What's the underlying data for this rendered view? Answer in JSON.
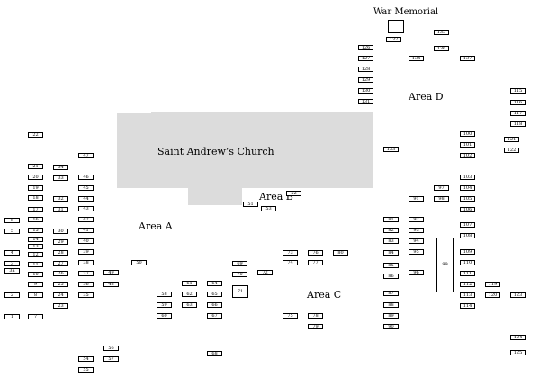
{
  "church": {
    "name": "Saint Andrew’s Church"
  },
  "memorial": {
    "name": "War Memorial"
  },
  "areas": {
    "a": "Area A",
    "b": "Area B",
    "c": "Area C",
    "d": "Area D"
  },
  "plots": [
    "1",
    "2",
    "3",
    "3a",
    "4",
    "5",
    "6",
    "7",
    "8",
    "9",
    "10",
    "11",
    "12",
    "13",
    "14",
    "15",
    "16",
    "17",
    "18",
    "19",
    "20",
    "21",
    "22",
    "23",
    "24",
    "25",
    "26",
    "27",
    "28",
    "29",
    "30",
    "31",
    "32",
    "33",
    "34",
    "35",
    "36",
    "37",
    "38",
    "39",
    "40",
    "41",
    "42",
    "43",
    "44",
    "45",
    "46",
    "47",
    "48",
    "49",
    "50",
    "51",
    "52",
    "53",
    "54",
    "55",
    "56",
    "57",
    "58",
    "59",
    "60",
    "61",
    "62",
    "63",
    "64",
    "65",
    "66",
    "67",
    "68",
    "69",
    "70",
    "71",
    "72",
    "73",
    "74",
    "75",
    "76",
    "77",
    "78",
    "79",
    "80",
    "81",
    "82",
    "83",
    "84",
    "85",
    "86",
    "87",
    "88",
    "89",
    "90",
    "91",
    "92",
    "93",
    "94",
    "95",
    "96",
    "97",
    "98",
    "99",
    "100",
    "101",
    "102",
    "103",
    "104",
    "105",
    "106",
    "107",
    "108",
    "109",
    "110",
    "111",
    "112",
    "113",
    "114",
    "115",
    "116",
    "117",
    "118",
    "119",
    "120",
    "121",
    "122",
    "123",
    "124",
    "125",
    "126",
    "127",
    "128",
    "129",
    "130",
    "131",
    "132",
    "133",
    "134",
    "135",
    "136",
    "137"
  ]
}
